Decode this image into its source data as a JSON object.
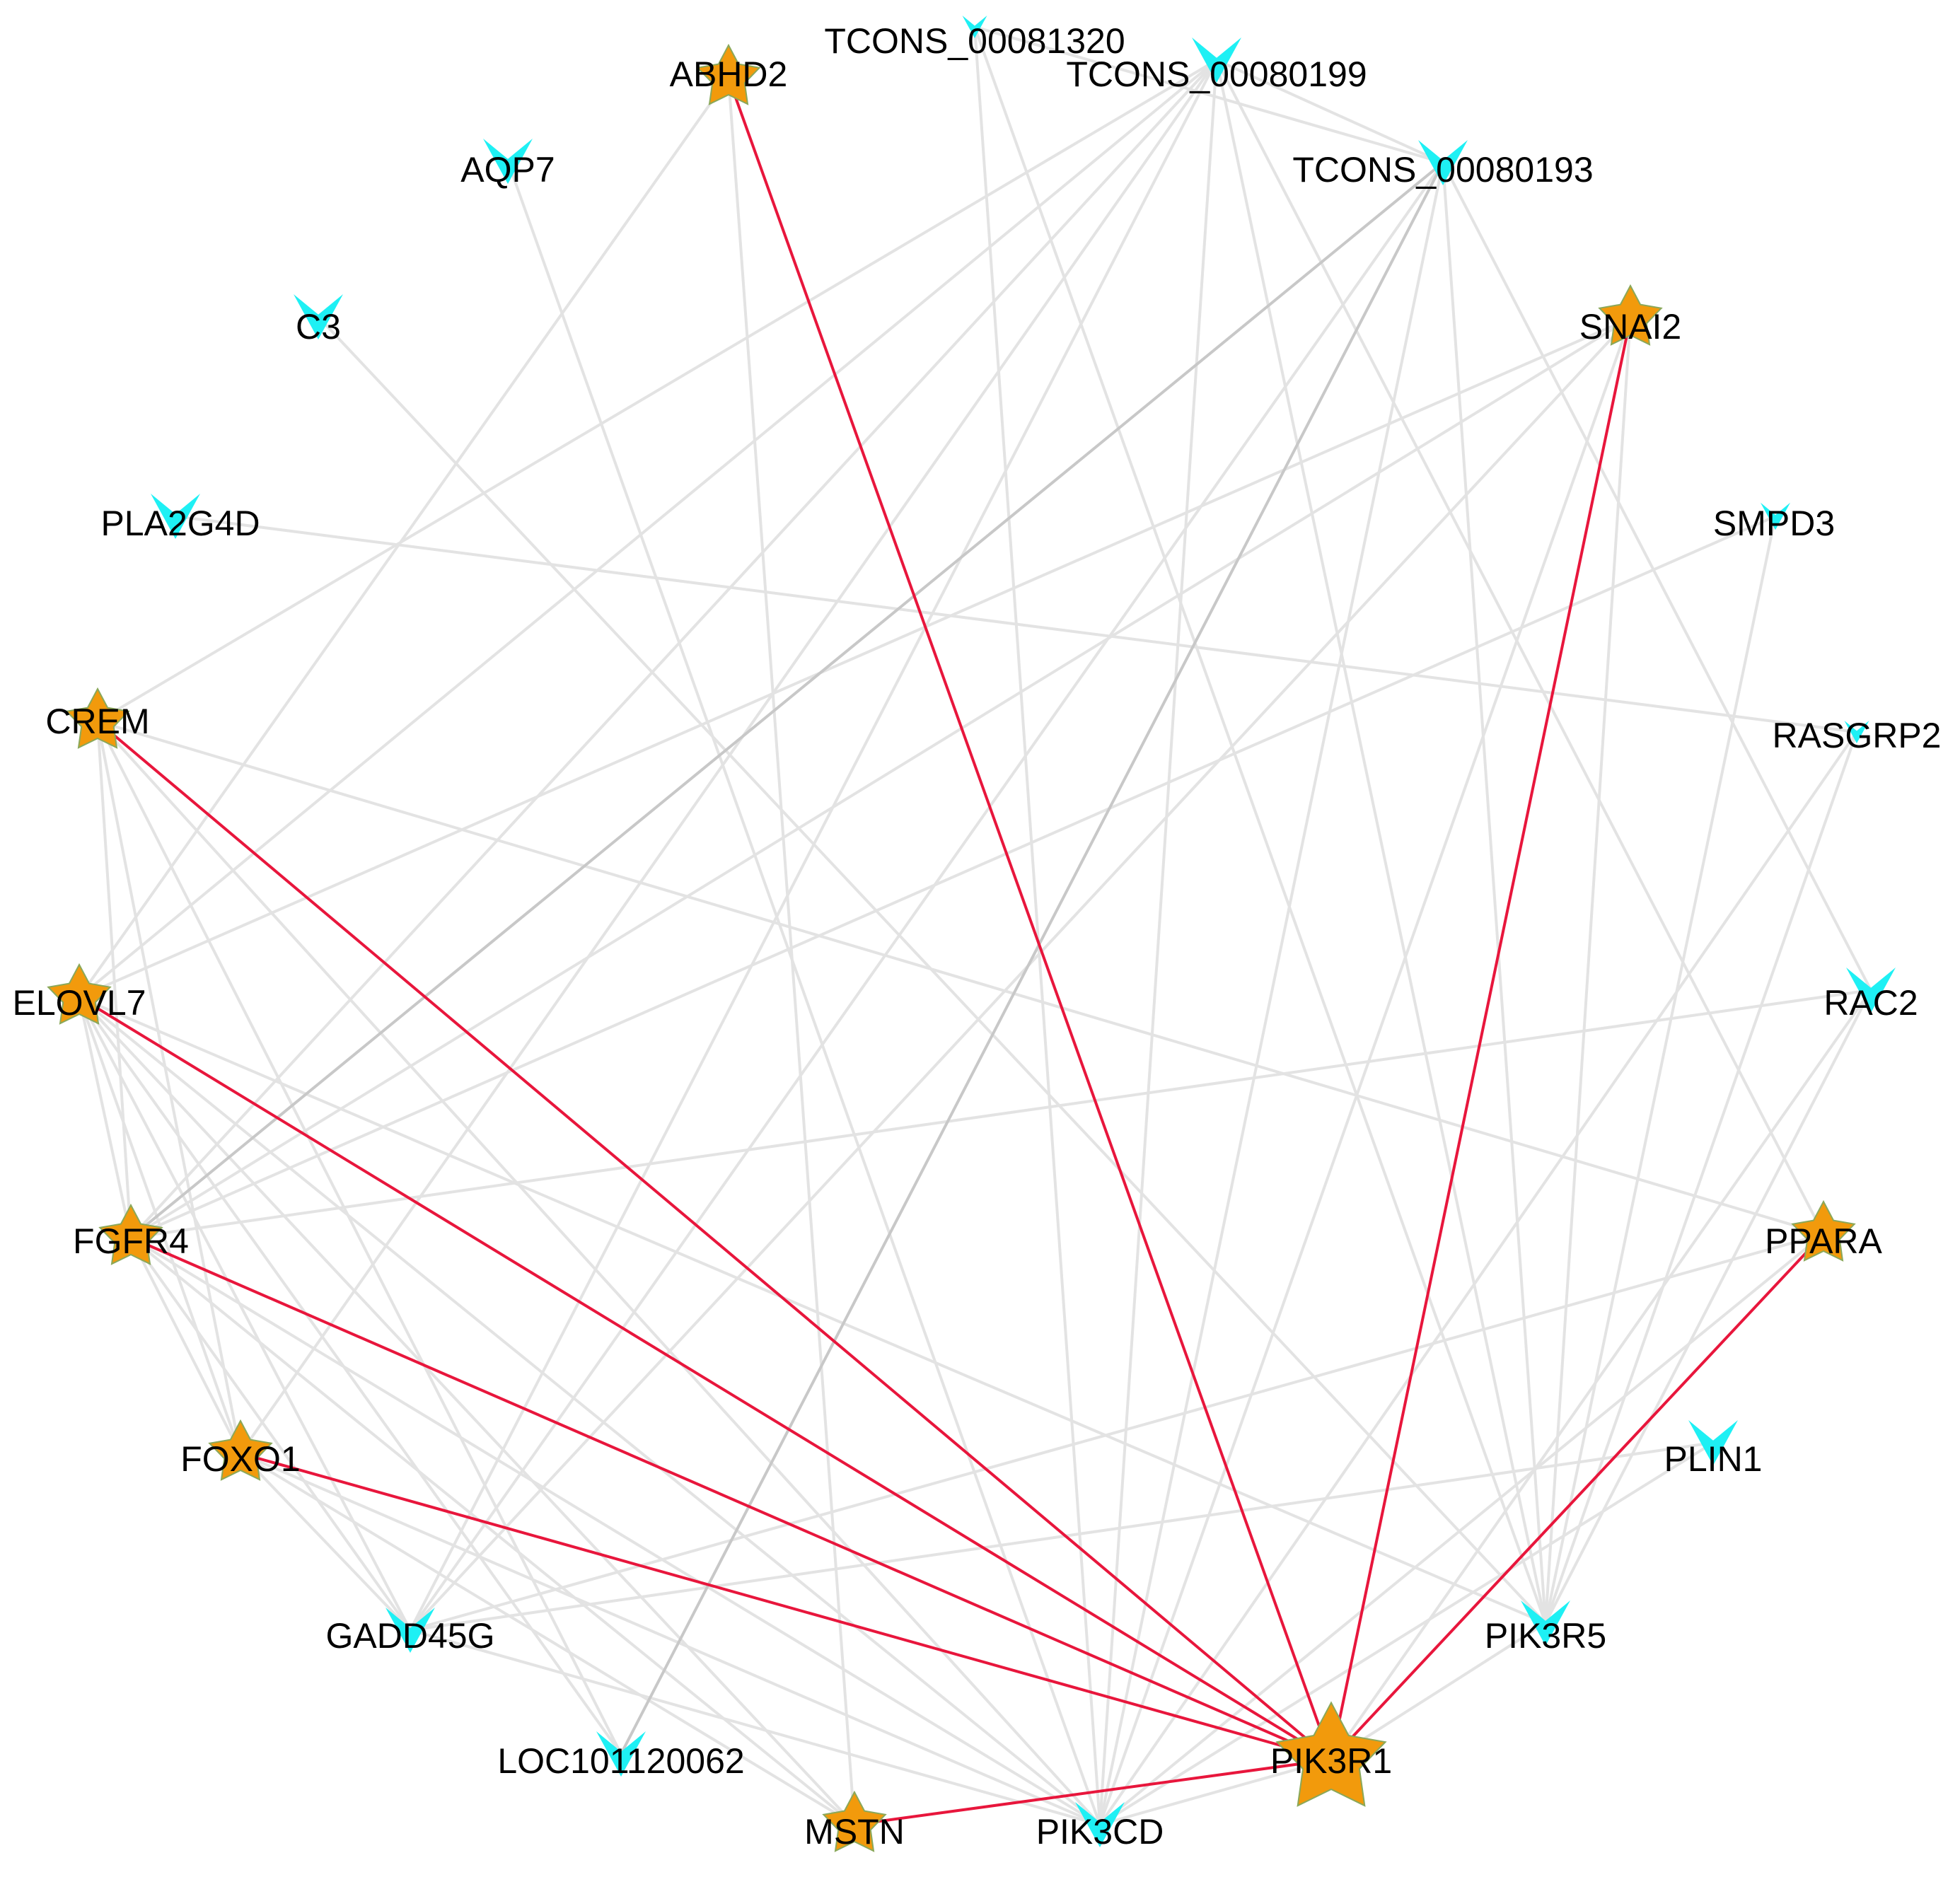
{
  "colors": {
    "star_fill": "#F29A0C",
    "star_stroke": "#8AA85A",
    "arrow_fill": "#1EF0F4",
    "edge_gray": "#E3E3E3",
    "edge_dark": "#C8C8C8",
    "edge_red": "#E8163C",
    "label": "#000000"
  },
  "shapes": {
    "star": "star-icon",
    "arrow": "chevron-down-icon"
  },
  "nodes": [
    {
      "id": "PIK3R1",
      "label": "PIK3R1",
      "shape": "star"
    },
    {
      "id": "ABHD2",
      "label": "ABHD2",
      "shape": "star"
    },
    {
      "id": "TCONS_00081320",
      "label": "TCONS_00081320",
      "shape": "arrow"
    },
    {
      "id": "TCONS_00080199",
      "label": "TCONS_00080199",
      "shape": "arrow"
    },
    {
      "id": "TCONS_00080193",
      "label": "TCONS_00080193",
      "shape": "arrow"
    },
    {
      "id": "AQP7",
      "label": "AQP7",
      "shape": "arrow"
    },
    {
      "id": "C3",
      "label": "C3",
      "shape": "arrow"
    },
    {
      "id": "SNAI2",
      "label": "SNAI2",
      "shape": "star"
    },
    {
      "id": "PLA2G4D",
      "label": "PLA2G4D",
      "shape": "arrow"
    },
    {
      "id": "SMPD3",
      "label": "SMPD3",
      "shape": "arrow"
    },
    {
      "id": "CREM",
      "label": "CREM",
      "shape": "star"
    },
    {
      "id": "RASGRP2",
      "label": "RASGRP2",
      "shape": "arrow"
    },
    {
      "id": "ELOVL7",
      "label": "ELOVL7",
      "shape": "star"
    },
    {
      "id": "RAC2",
      "label": "RAC2",
      "shape": "arrow"
    },
    {
      "id": "FGFR4",
      "label": "FGFR4",
      "shape": "star"
    },
    {
      "id": "PPARA",
      "label": "PPARA",
      "shape": "star"
    },
    {
      "id": "FOXO1",
      "label": "FOXO1",
      "shape": "star"
    },
    {
      "id": "PLIN1",
      "label": "PLIN1",
      "shape": "arrow"
    },
    {
      "id": "GADD45G",
      "label": "GADD45G",
      "shape": "arrow"
    },
    {
      "id": "PIK3R5",
      "label": "PIK3R5",
      "shape": "arrow"
    },
    {
      "id": "LOC101120062",
      "label": "LOC101120062",
      "shape": "arrow"
    },
    {
      "id": "MSTN",
      "label": "MSTN",
      "shape": "star"
    },
    {
      "id": "PIK3CD",
      "label": "PIK3CD",
      "shape": "arrow"
    }
  ],
  "edges_highlight": [
    [
      "ABHD2",
      "PIK3R1"
    ],
    [
      "SNAI2",
      "PIK3R1"
    ],
    [
      "CREM",
      "PIK3R1"
    ],
    [
      "ELOVL7",
      "PIK3R1"
    ],
    [
      "FGFR4",
      "PIK3R1"
    ],
    [
      "FOXO1",
      "PIK3R1"
    ],
    [
      "PPARA",
      "PIK3R1"
    ],
    [
      "MSTN",
      "PIK3R1"
    ]
  ],
  "edges_dark": [
    [
      "TCONS_00080193",
      "FGFR4"
    ],
    [
      "TCONS_00080193",
      "LOC101120062"
    ]
  ],
  "edges": [
    [
      "ABHD2",
      "ELOVL7"
    ],
    [
      "ABHD2",
      "MSTN"
    ],
    [
      "TCONS_00081320",
      "PIK3CD"
    ],
    [
      "TCONS_00081320",
      "PIK3R5"
    ],
    [
      "TCONS_00081320",
      "TCONS_00080193"
    ],
    [
      "TCONS_00080199",
      "TCONS_00080193"
    ],
    [
      "TCONS_00080199",
      "CREM"
    ],
    [
      "TCONS_00080199",
      "ELOVL7"
    ],
    [
      "TCONS_00080199",
      "FGFR4"
    ],
    [
      "TCONS_00080199",
      "FOXO1"
    ],
    [
      "TCONS_00080199",
      "GADD45G"
    ],
    [
      "TCONS_00080199",
      "PIK3CD"
    ],
    [
      "TCONS_00080199",
      "PIK3R5"
    ],
    [
      "TCONS_00080199",
      "PPARA"
    ],
    [
      "TCONS_00080193",
      "GADD45G"
    ],
    [
      "TCONS_00080193",
      "PIK3CD"
    ],
    [
      "TCONS_00080193",
      "PIK3R5"
    ],
    [
      "TCONS_00080193",
      "RAC2"
    ],
    [
      "AQP7",
      "PIK3CD"
    ],
    [
      "C3",
      "PIK3R5"
    ],
    [
      "PLA2G4D",
      "RASGRP2"
    ],
    [
      "SNAI2",
      "ELOVL7"
    ],
    [
      "SNAI2",
      "FGFR4"
    ],
    [
      "SNAI2",
      "GADD45G"
    ],
    [
      "SNAI2",
      "PIK3CD"
    ],
    [
      "SNAI2",
      "PIK3R5"
    ],
    [
      "SMPD3",
      "PIK3R5"
    ],
    [
      "SMPD3",
      "FGFR4"
    ],
    [
      "CREM",
      "FGFR4"
    ],
    [
      "CREM",
      "FOXO1"
    ],
    [
      "CREM",
      "PPARA"
    ],
    [
      "CREM",
      "LOC101120062"
    ],
    [
      "CREM",
      "PIK3CD"
    ],
    [
      "RASGRP2",
      "PIK3CD"
    ],
    [
      "RASGRP2",
      "PIK3R5"
    ],
    [
      "ELOVL7",
      "FGFR4"
    ],
    [
      "ELOVL7",
      "FOXO1"
    ],
    [
      "ELOVL7",
      "GADD45G"
    ],
    [
      "ELOVL7",
      "MSTN"
    ],
    [
      "ELOVL7",
      "PIK3CD"
    ],
    [
      "ELOVL7",
      "PIK3R5"
    ],
    [
      "ELOVL7",
      "LOC101120062"
    ],
    [
      "RAC2",
      "FGFR4"
    ],
    [
      "RAC2",
      "PIK3R1"
    ],
    [
      "RAC2",
      "PIK3R5"
    ],
    [
      "FGFR4",
      "FOXO1"
    ],
    [
      "FGFR4",
      "GADD45G"
    ],
    [
      "FGFR4",
      "PIK3CD"
    ],
    [
      "FGFR4",
      "MSTN"
    ],
    [
      "PPARA",
      "GADD45G"
    ],
    [
      "PPARA",
      "PIK3CD"
    ],
    [
      "FOXO1",
      "GADD45G"
    ],
    [
      "FOXO1",
      "PIK3CD"
    ],
    [
      "FOXO1",
      "MSTN"
    ],
    [
      "PLIN1",
      "GADD45G"
    ],
    [
      "PLIN1",
      "PIK3CD"
    ],
    [
      "GADD45G",
      "PIK3CD"
    ],
    [
      "PIK3CD",
      "PIK3R1"
    ],
    [
      "PIK3R5",
      "PIK3R1"
    ]
  ]
}
